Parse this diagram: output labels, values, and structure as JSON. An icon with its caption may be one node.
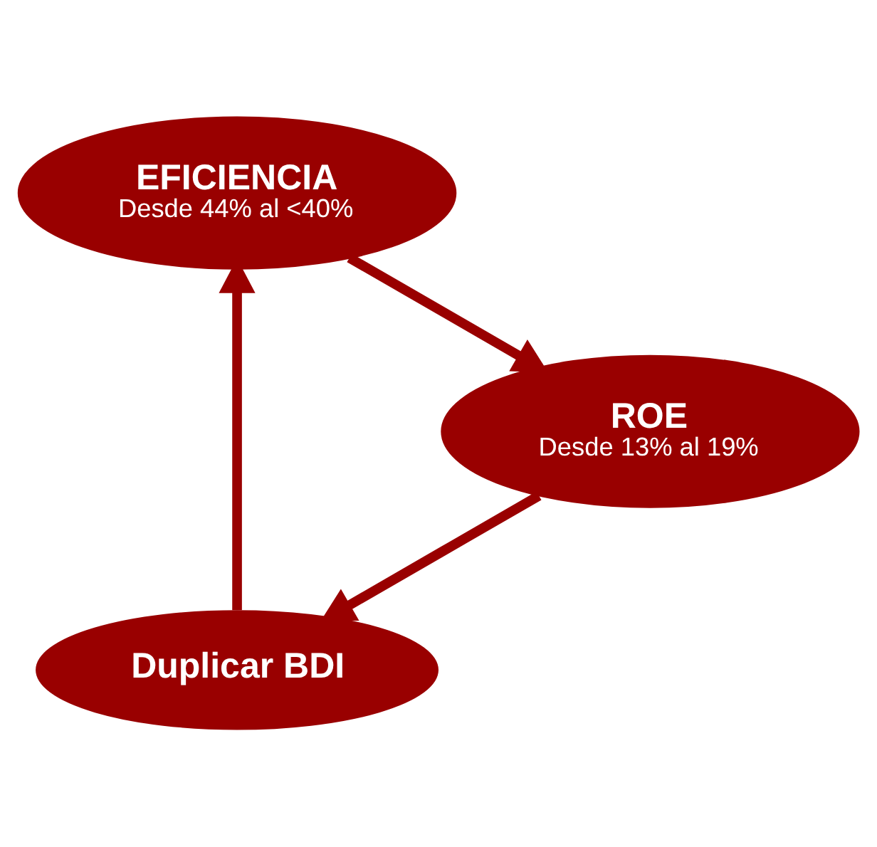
{
  "diagram": {
    "nodes": [
      {
        "text": [
          "Duplicar BDI"
        ]
      },
      {
        "text": [
          "ROE",
          "Desde 13% al 19%"
        ]
      },
      {
        "text": [
          "EFICIENCIA",
          "Desde 44% al <40%"
        ]
      }
    ],
    "edges": [
      {
        "from": 0,
        "to": 2,
        "arrow": "to"
      },
      {
        "from": 2,
        "to": 1,
        "arrow": "to"
      },
      {
        "from": 1,
        "to": 0,
        "arrow": "to"
      }
    ]
  }
}
